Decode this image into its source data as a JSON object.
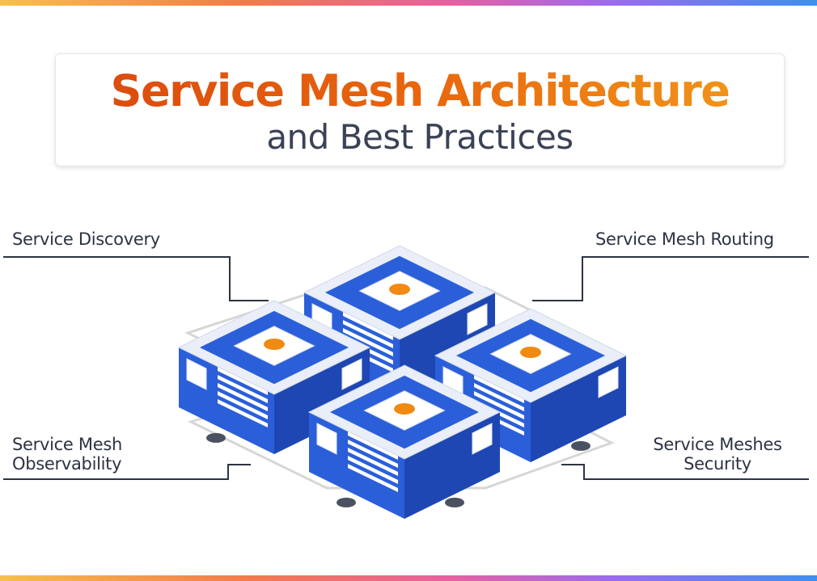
{
  "title": {
    "main": "Service Mesh Architecture",
    "sub": "and Best Practices"
  },
  "labels": {
    "top_left": "Service Discovery",
    "top_right": "Service Mesh Routing",
    "bottom_left_line1": "Service Mesh",
    "bottom_left_line2": "Observability",
    "bottom_right_line1": "Service Meshes",
    "bottom_right_line2": "Security"
  },
  "colors": {
    "server_blue": "#2b5fd9",
    "server_dark_blue": "#1e47b3",
    "accent_orange": "#f08a12",
    "connector_gray": "#d6d6d6",
    "leader_line": "#2c3343"
  }
}
